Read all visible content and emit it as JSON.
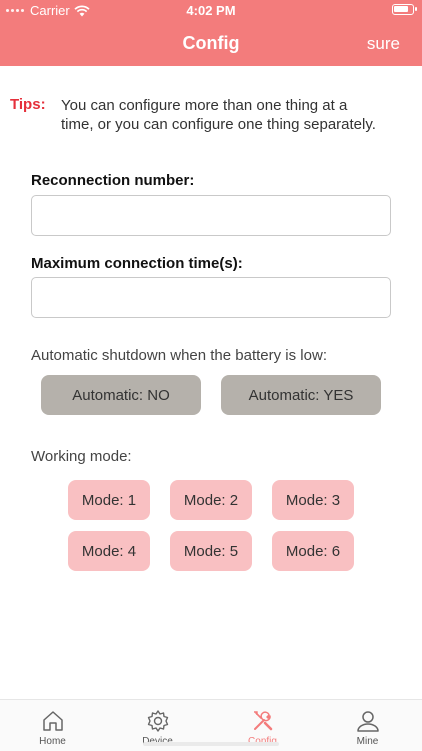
{
  "status_bar": {
    "carrier": "Carrier",
    "time": "4:02 PM",
    "battery_level": 0.85
  },
  "nav": {
    "title": "Config",
    "right_action": "sure"
  },
  "tips": {
    "label": "Tips:",
    "text": "You can configure more than one thing at a time, or you can configure one thing separately."
  },
  "fields": {
    "reconnection": {
      "label": "Reconnection number:",
      "value": "",
      "placeholder": ""
    },
    "max_time": {
      "label": "Maximum connection time(s):",
      "value": "",
      "placeholder": ""
    }
  },
  "shutdown": {
    "label": "Automatic shutdown when the battery is low:",
    "options": [
      "Automatic: NO",
      "Automatic: YES"
    ]
  },
  "working_mode": {
    "label": "Working mode:",
    "modes": [
      "Mode: 1",
      "Mode: 2",
      "Mode: 3",
      "Mode: 4",
      "Mode: 5",
      "Mode: 6"
    ]
  },
  "tabs": [
    {
      "label": "Home",
      "icon": "home-icon"
    },
    {
      "label": "Device",
      "icon": "gear-icon"
    },
    {
      "label": "Config",
      "icon": "tools-icon"
    },
    {
      "label": "Mine",
      "icon": "user-icon"
    }
  ],
  "colors": {
    "accent": "#f37c7c",
    "tips_red": "#e5303b",
    "grey_button": "#b5b1ab",
    "mode_button": "#f9c0c2"
  }
}
